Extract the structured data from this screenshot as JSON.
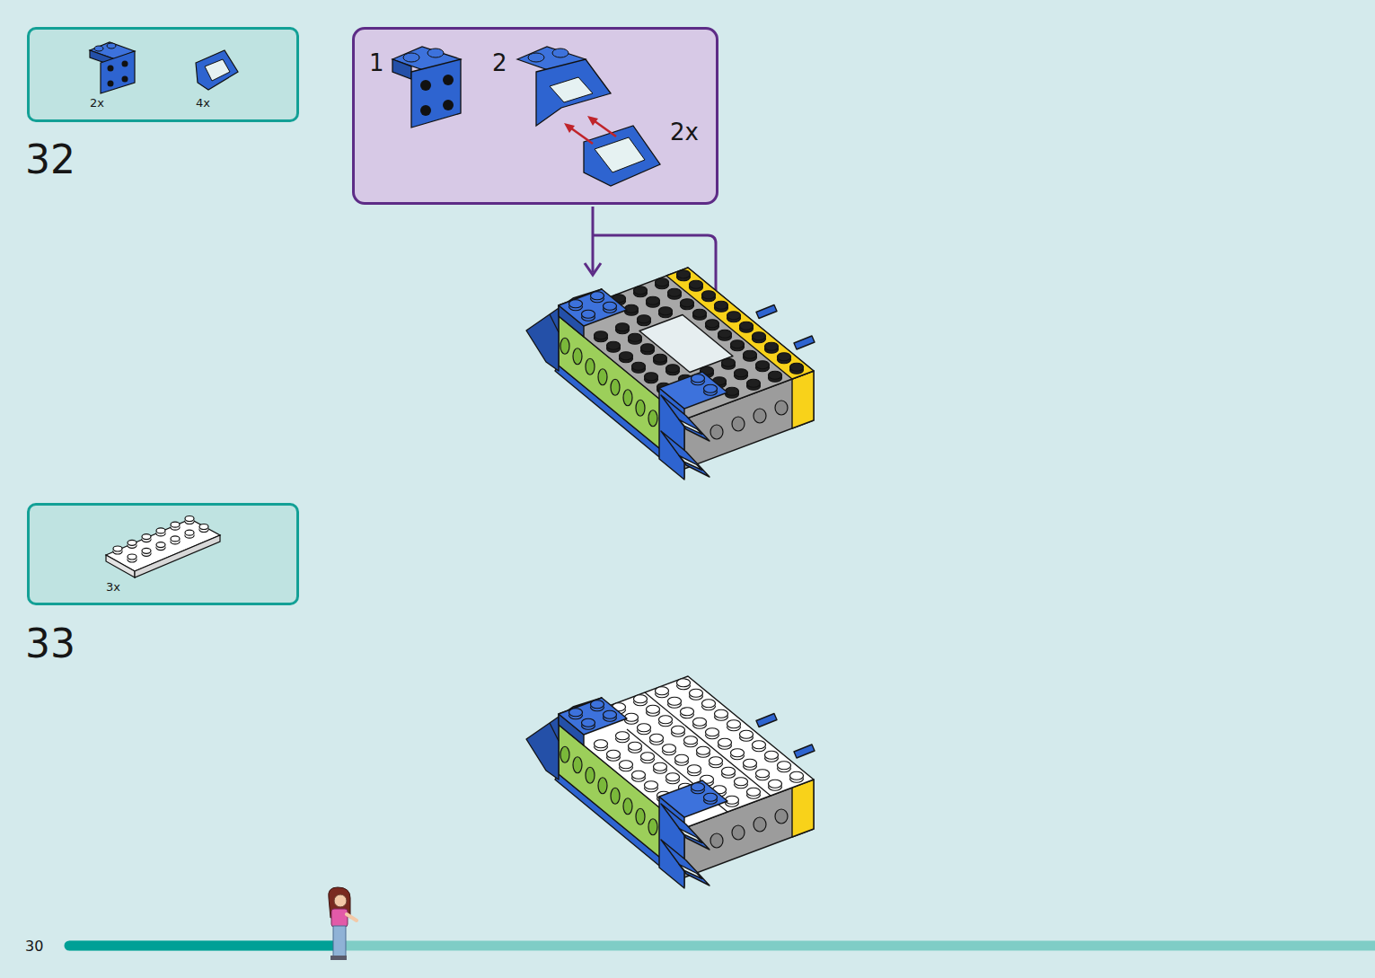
{
  "diagram": {
    "nodes": [
      {
        "text": [
          "2x",
          "4x"
        ]
      },
      {
        "text": [
          "1",
          "2",
          "2x"
        ]
      },
      {
        "text": [
          "3x"
        ]
      }
    ],
    "labels": [
      "32",
      "33",
      "30"
    ]
  }
}
